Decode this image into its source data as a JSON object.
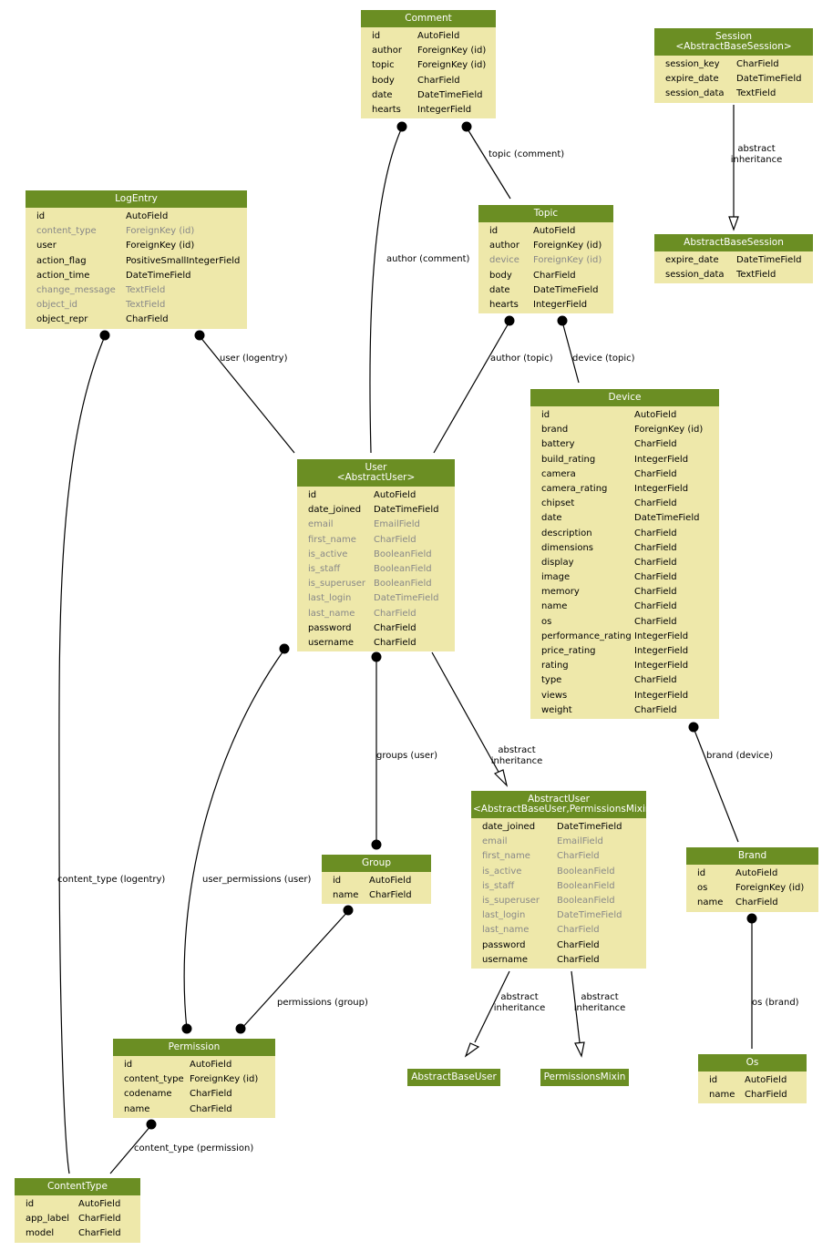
{
  "colors": {
    "header": "#6b8e23",
    "body": "#eee8aa",
    "inherited_text": "#888888"
  },
  "models": {
    "comment": {
      "title": "Comment",
      "fields": [
        {
          "n": "id",
          "t": "AutoField"
        },
        {
          "n": "author",
          "t": "ForeignKey (id)"
        },
        {
          "n": "topic",
          "t": "ForeignKey (id)"
        },
        {
          "n": "body",
          "t": "CharField"
        },
        {
          "n": "date",
          "t": "DateTimeField"
        },
        {
          "n": "hearts",
          "t": "IntegerField"
        }
      ]
    },
    "session": {
      "title": "Session",
      "subtitle": "<AbstractBaseSession>",
      "fields": [
        {
          "n": "session_key",
          "t": "CharField"
        },
        {
          "n": "expire_date",
          "t": "DateTimeField"
        },
        {
          "n": "session_data",
          "t": "TextField"
        }
      ]
    },
    "abstractbasesession": {
      "title": "AbstractBaseSession",
      "fields": [
        {
          "n": "expire_date",
          "t": "DateTimeField"
        },
        {
          "n": "session_data",
          "t": "TextField"
        }
      ]
    },
    "logentry": {
      "title": "LogEntry",
      "fields": [
        {
          "n": "id",
          "t": "AutoField"
        },
        {
          "n": "content_type",
          "t": "ForeignKey (id)",
          "inh": true
        },
        {
          "n": "user",
          "t": "ForeignKey (id)"
        },
        {
          "n": "action_flag",
          "t": "PositiveSmallIntegerField"
        },
        {
          "n": "action_time",
          "t": "DateTimeField"
        },
        {
          "n": "change_message",
          "t": "TextField",
          "inh": true
        },
        {
          "n": "object_id",
          "t": "TextField",
          "inh": true
        },
        {
          "n": "object_repr",
          "t": "CharField"
        }
      ]
    },
    "topic": {
      "title": "Topic",
      "fields": [
        {
          "n": "id",
          "t": "AutoField"
        },
        {
          "n": "author",
          "t": "ForeignKey (id)"
        },
        {
          "n": "device",
          "t": "ForeignKey (id)",
          "inh": true
        },
        {
          "n": "body",
          "t": "CharField"
        },
        {
          "n": "date",
          "t": "DateTimeField"
        },
        {
          "n": "hearts",
          "t": "IntegerField"
        }
      ]
    },
    "device": {
      "title": "Device",
      "fields": [
        {
          "n": "id",
          "t": "AutoField"
        },
        {
          "n": "brand",
          "t": "ForeignKey (id)"
        },
        {
          "n": "battery",
          "t": "CharField"
        },
        {
          "n": "build_rating",
          "t": "IntegerField"
        },
        {
          "n": "camera",
          "t": "CharField"
        },
        {
          "n": "camera_rating",
          "t": "IntegerField"
        },
        {
          "n": "chipset",
          "t": "CharField"
        },
        {
          "n": "date",
          "t": "DateTimeField"
        },
        {
          "n": "description",
          "t": "CharField"
        },
        {
          "n": "dimensions",
          "t": "CharField"
        },
        {
          "n": "display",
          "t": "CharField"
        },
        {
          "n": "image",
          "t": "CharField"
        },
        {
          "n": "memory",
          "t": "CharField"
        },
        {
          "n": "name",
          "t": "CharField"
        },
        {
          "n": "os",
          "t": "CharField"
        },
        {
          "n": "performance_rating",
          "t": "IntegerField"
        },
        {
          "n": "price_rating",
          "t": "IntegerField"
        },
        {
          "n": "rating",
          "t": "IntegerField"
        },
        {
          "n": "type",
          "t": "CharField"
        },
        {
          "n": "views",
          "t": "IntegerField"
        },
        {
          "n": "weight",
          "t": "CharField"
        }
      ]
    },
    "user": {
      "title": "User",
      "subtitle": "<AbstractUser>",
      "fields": [
        {
          "n": "id",
          "t": "AutoField"
        },
        {
          "n": "date_joined",
          "t": "DateTimeField"
        },
        {
          "n": "email",
          "t": "EmailField",
          "inh": true
        },
        {
          "n": "first_name",
          "t": "CharField",
          "inh": true
        },
        {
          "n": "is_active",
          "t": "BooleanField",
          "inh": true
        },
        {
          "n": "is_staff",
          "t": "BooleanField",
          "inh": true
        },
        {
          "n": "is_superuser",
          "t": "BooleanField",
          "inh": true
        },
        {
          "n": "last_login",
          "t": "DateTimeField",
          "inh": true
        },
        {
          "n": "last_name",
          "t": "CharField",
          "inh": true
        },
        {
          "n": "password",
          "t": "CharField"
        },
        {
          "n": "username",
          "t": "CharField"
        }
      ]
    },
    "abstractuser": {
      "title": "AbstractUser",
      "subtitle": "<AbstractBaseUser,PermissionsMixin>",
      "fields": [
        {
          "n": "date_joined",
          "t": "DateTimeField"
        },
        {
          "n": "email",
          "t": "EmailField",
          "inh": true
        },
        {
          "n": "first_name",
          "t": "CharField",
          "inh": true
        },
        {
          "n": "is_active",
          "t": "BooleanField",
          "inh": true
        },
        {
          "n": "is_staff",
          "t": "BooleanField",
          "inh": true
        },
        {
          "n": "is_superuser",
          "t": "BooleanField",
          "inh": true
        },
        {
          "n": "last_login",
          "t": "DateTimeField",
          "inh": true
        },
        {
          "n": "last_name",
          "t": "CharField",
          "inh": true
        },
        {
          "n": "password",
          "t": "CharField"
        },
        {
          "n": "username",
          "t": "CharField"
        }
      ]
    },
    "group": {
      "title": "Group",
      "fields": [
        {
          "n": "id",
          "t": "AutoField"
        },
        {
          "n": "name",
          "t": "CharField"
        }
      ]
    },
    "brand": {
      "title": "Brand",
      "fields": [
        {
          "n": "id",
          "t": "AutoField"
        },
        {
          "n": "os",
          "t": "ForeignKey (id)"
        },
        {
          "n": "name",
          "t": "CharField"
        }
      ]
    },
    "permission": {
      "title": "Permission",
      "fields": [
        {
          "n": "id",
          "t": "AutoField"
        },
        {
          "n": "content_type",
          "t": "ForeignKey (id)"
        },
        {
          "n": "codename",
          "t": "CharField"
        },
        {
          "n": "name",
          "t": "CharField"
        }
      ]
    },
    "abstractbaseuser": {
      "title": "AbstractBaseUser",
      "fields": []
    },
    "permissionsmixin": {
      "title": "PermissionsMixin",
      "fields": []
    },
    "os": {
      "title": "Os",
      "fields": [
        {
          "n": "id",
          "t": "AutoField"
        },
        {
          "n": "name",
          "t": "CharField"
        }
      ]
    },
    "contenttype": {
      "title": "ContentType",
      "fields": [
        {
          "n": "id",
          "t": "AutoField"
        },
        {
          "n": "app_label",
          "t": "CharField"
        },
        {
          "n": "model",
          "t": "CharField"
        }
      ]
    }
  },
  "edges": {
    "author_comment": "author (comment)",
    "topic_comment": "topic (comment)",
    "session_inherit": "abstract\ninheritance",
    "user_logentry": "user (logentry)",
    "author_topic": "author (topic)",
    "device_topic": "device (topic)",
    "content_type_logentry": "content_type (logentry)",
    "user_permissions_user": "user_permissions (user)",
    "groups_user": "groups (user)",
    "user_inherit": "abstract\ninheritance",
    "brand_device": "brand (device)",
    "permissions_group": "permissions (group)",
    "abu_inherit": "abstract\ninheritance",
    "pm_inherit": "abstract\ninheritance",
    "os_brand": "os (brand)",
    "content_type_permission": "content_type (permission)"
  }
}
